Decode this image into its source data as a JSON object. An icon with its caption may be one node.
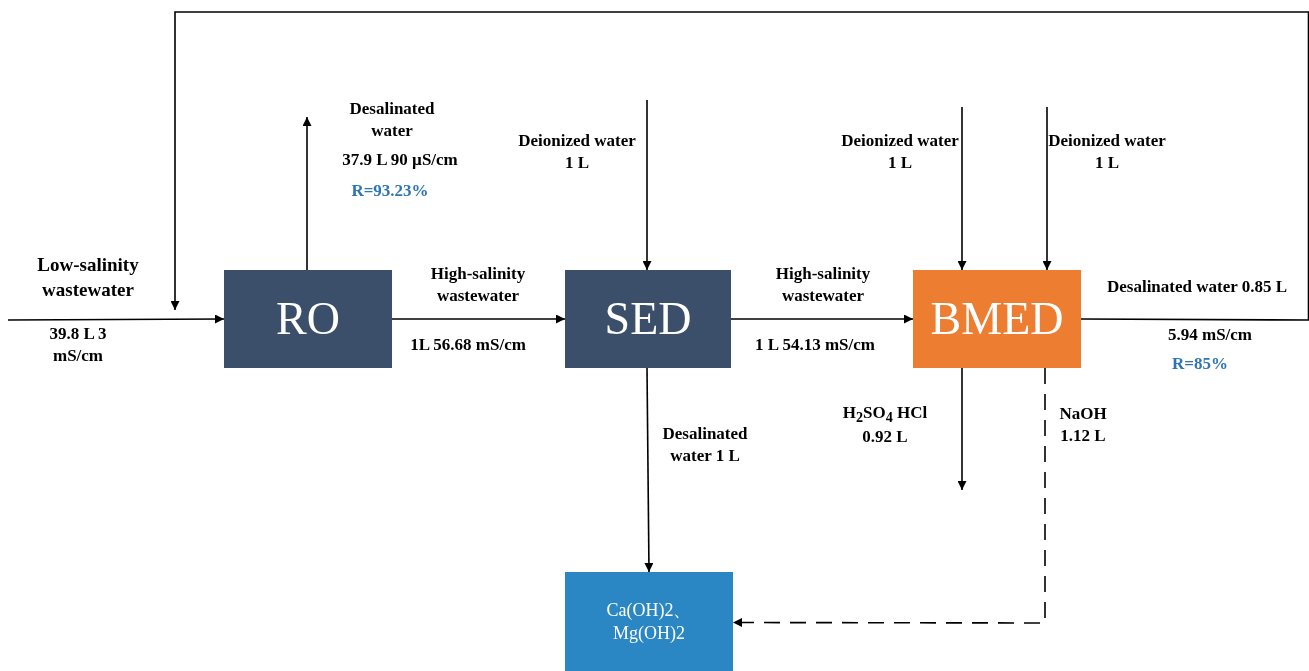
{
  "diagram": {
    "nodes": [
      {
        "text": [
          "RO"
        ]
      },
      {
        "text": [
          "SED"
        ]
      },
      {
        "text": [
          "BMED"
        ]
      },
      {
        "text": [
          "Ca(OH)2、 Mg(OH)2"
        ]
      }
    ],
    "edges": [
      {
        "from": null,
        "to": 0,
        "arrow": "to"
      },
      {
        "from": 0,
        "to": null,
        "arrow": "to"
      },
      {
        "from": 0,
        "to": 1,
        "arrow": "to"
      },
      {
        "from": null,
        "to": 1,
        "arrow": "to"
      },
      {
        "from": 1,
        "to": 2,
        "arrow": "to"
      },
      {
        "from": null,
        "to": 2,
        "arrow": "to"
      },
      {
        "from": null,
        "to": 2,
        "arrow": "to"
      },
      {
        "from": 1,
        "to": 3,
        "arrow": "to"
      },
      {
        "from": 2,
        "to": null,
        "arrow": "to"
      },
      {
        "from": 2,
        "to": 3,
        "arrow": "to",
        "style": "dashed"
      },
      {
        "from": 2,
        "to": null,
        "arrow": "to"
      }
    ],
    "labels": [
      "Low-salinity wastewater",
      "39.8 L 3 mS/cm",
      "Desalinated water",
      "37.9 L 90 µS/cm",
      "R=93.23%",
      "Deionized water 1 L",
      "High-salinity wastewater",
      "1L 56.68 mS/cm",
      "Deionized water 1 L",
      "Deionized water 1 L",
      "High-salinity wastewater",
      "1 L 54.13 mS/cm",
      "Desalinated water 0.85 L",
      "5.94 mS/cm",
      "R=85%",
      "H$_{2}$SO$_{4}$ HCl 0.92 L",
      "NaOH 1.12 L",
      "Desalinated water 1 L"
    ]
  }
}
